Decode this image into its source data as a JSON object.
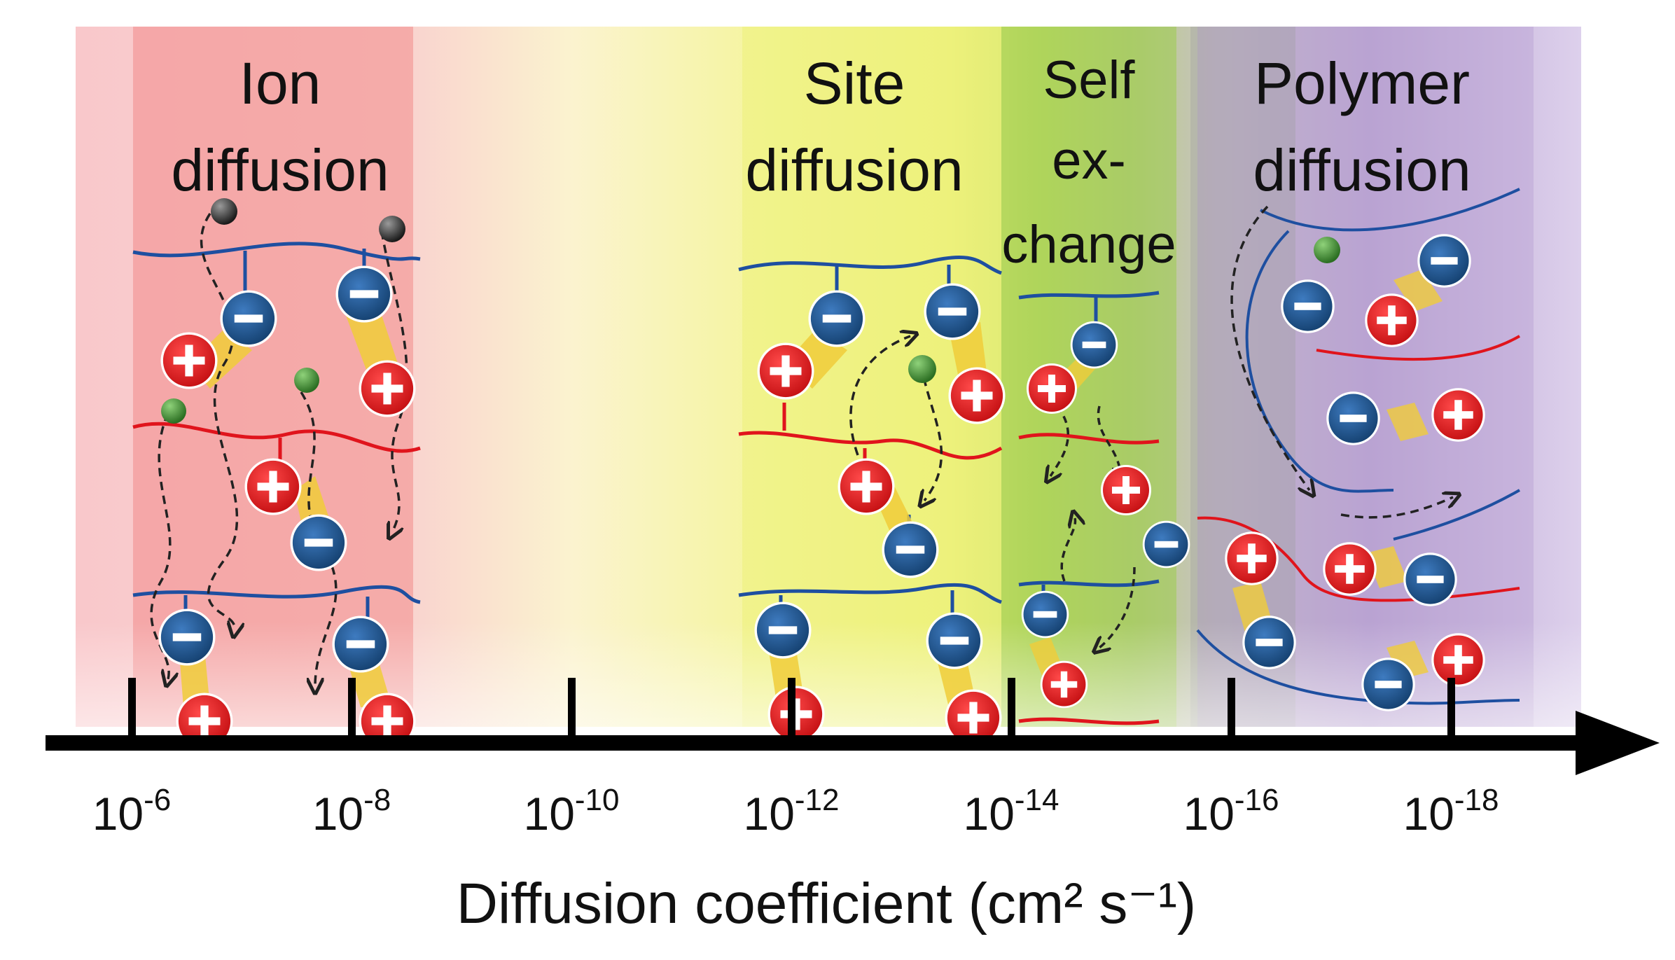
{
  "regions": [
    {
      "id": "ion",
      "lines": [
        "Ion",
        "diffusion"
      ]
    },
    {
      "id": "site",
      "lines": [
        "Site",
        "diffusion"
      ]
    },
    {
      "id": "self",
      "lines": [
        "Self",
        "ex-",
        "change"
      ]
    },
    {
      "id": "polymer",
      "lines": [
        "Polymer",
        "diffusion"
      ]
    }
  ],
  "axis": {
    "title": "Diffusion coefficient (cm² s⁻¹)",
    "ticks": [
      {
        "base": "10",
        "exp": "-6"
      },
      {
        "base": "10",
        "exp": "-8"
      },
      {
        "base": "10",
        "exp": "-10"
      },
      {
        "base": "10",
        "exp": "-12"
      },
      {
        "base": "10",
        "exp": "-14"
      },
      {
        "base": "10",
        "exp": "-16"
      },
      {
        "base": "10",
        "exp": "-18"
      }
    ]
  },
  "colors": {
    "ion_band": "#f28a8a",
    "site_band": "#ecf07a",
    "self_band": "#9ccc4f",
    "polymer_band": "#b7a0d3",
    "cation": "#e01b1b",
    "anion": "#1f5a96",
    "chain_blue": "#1e4fa0",
    "chain_red": "#e0141c",
    "counter_ion": "#3f8f2f",
    "solvent": "#333333",
    "axis": "#000000"
  }
}
